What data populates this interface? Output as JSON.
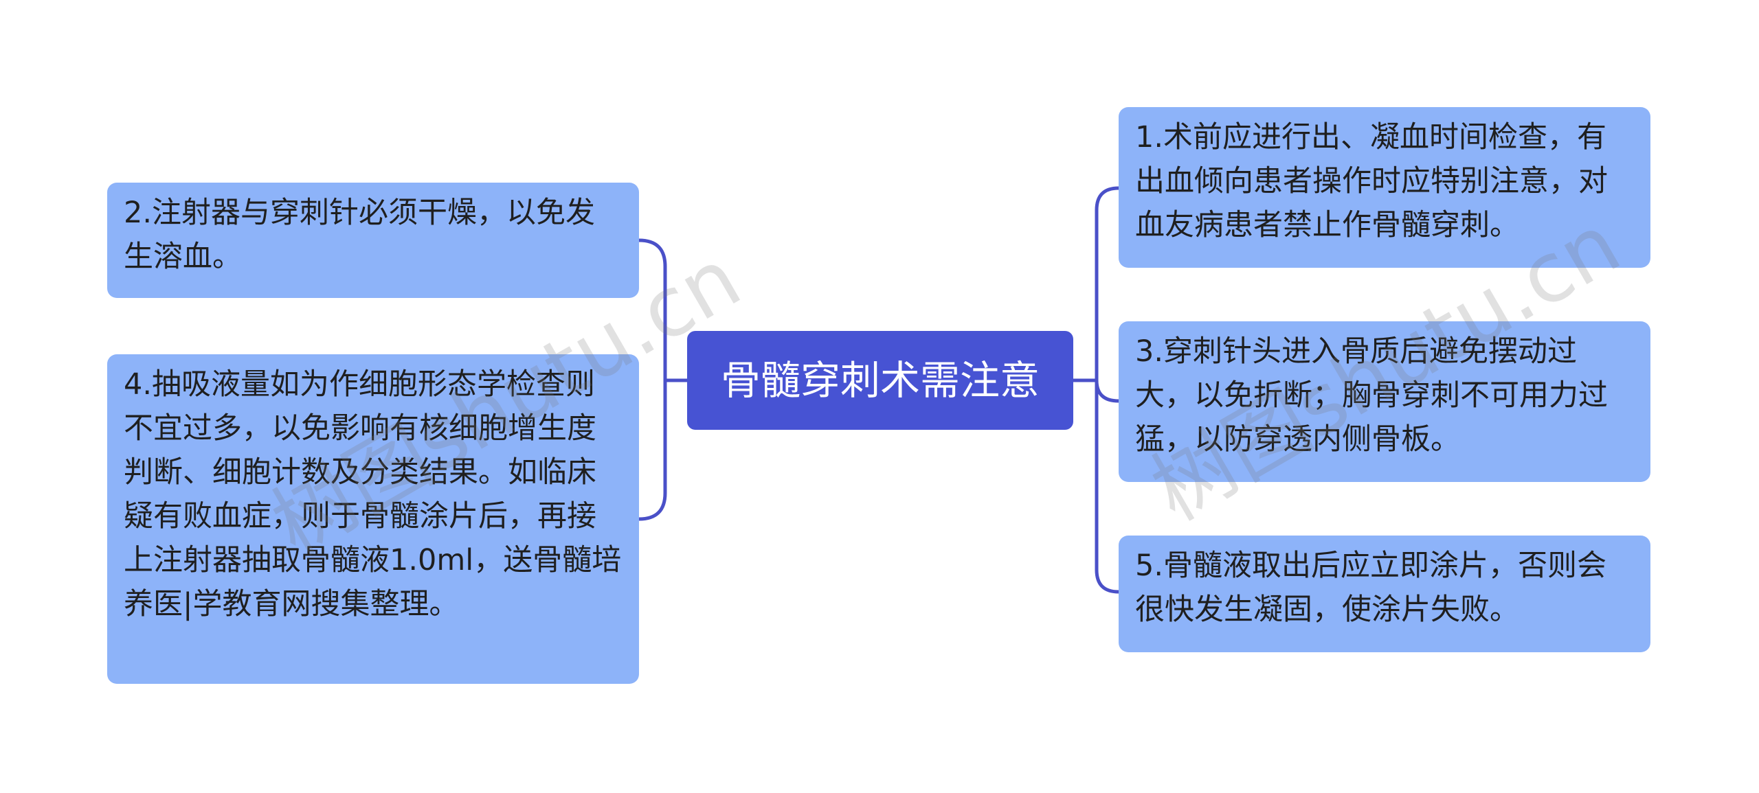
{
  "root": {
    "label": "骨髓穿刺术需注意"
  },
  "left_nodes": [
    {
      "id": "2",
      "text": "2.注射器与穿刺针必须干燥，以免发生溶血。"
    },
    {
      "id": "4",
      "text": "4.抽吸液量如为作细胞形态学检查则不宜过多，以免影响有核细胞增生度判断、细胞计数及分类结果。如临床疑有败血症，则于骨髓涂片后，再接上注射器抽取骨髓液1.0ml，送骨髓培养医|学教育网搜集整理。"
    }
  ],
  "right_nodes": [
    {
      "id": "1",
      "text": "1.术前应进行出、凝血时间检查，有出血倾向患者操作时应特别注意，对血友病患者禁止作骨髓穿刺。"
    },
    {
      "id": "3",
      "text": "3.穿刺针头进入骨质后避免摆动过大，以免折断；胸骨穿刺不可用力过猛，以防穿透内侧骨板。"
    },
    {
      "id": "5",
      "text": "5.骨髓液取出后应立即涂片，否则会很快发生凝固，使涂片失败。"
    }
  ],
  "watermarks": [
    "树图shutu.cn",
    "树图shutu.cn"
  ],
  "colors": {
    "root_bg": "#4753d3",
    "node_bg": "#8db3f9",
    "connector": "#4a50c8",
    "text": "#1f1f1f"
  }
}
